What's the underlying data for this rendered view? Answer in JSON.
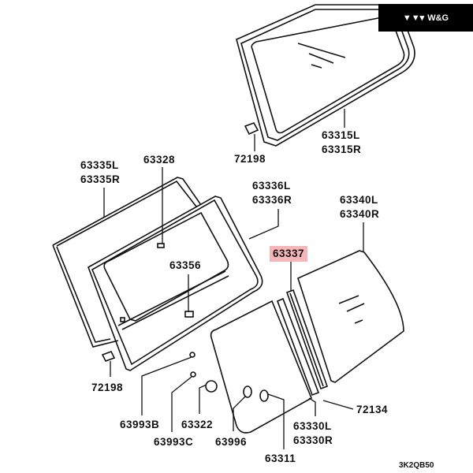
{
  "logo": {
    "icon": "triangles-logo-icon",
    "text": "W&G"
  },
  "highlight_color": "#f4b6b8",
  "labels": {
    "p63315": [
      "63315L",
      "63315R"
    ],
    "p72198_top": "72198",
    "p63335": [
      "63335L",
      "63335R"
    ],
    "p63328": "63328",
    "p63336": [
      "63336L",
      "63336R"
    ],
    "p63340": [
      "63340L",
      "63340R"
    ],
    "p63337": "63337",
    "p63356": "63356",
    "p72198_bottom": "72198",
    "p63993B": "63993B",
    "p63993C": "63993C",
    "p63322": "63322",
    "p63996": "63996",
    "p63330": [
      "63330L",
      "63330R"
    ],
    "p63311": "63311",
    "p72134": "72134"
  },
  "diagram_code": "3K2QB50"
}
